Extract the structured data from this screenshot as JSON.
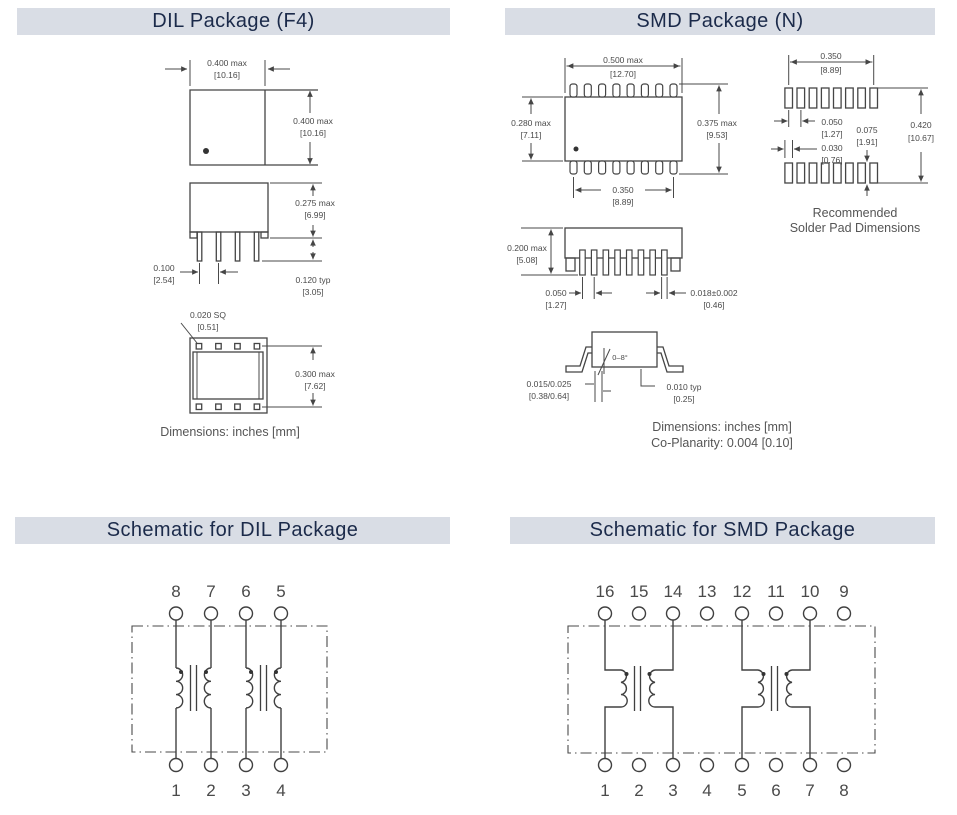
{
  "headers": {
    "dil_package": "DIL Package (F4)",
    "smd_package": "SMD Package (N)",
    "dil_schematic": "Schematic for DIL Package",
    "smd_schematic": "Schematic for SMD Package"
  },
  "colors": {
    "header_bg": "#d9dde5",
    "header_text": "#1b2a4a",
    "line": "#454545",
    "dim_text": "#4a4a4a"
  },
  "dil_drawing": {
    "top_width": {
      "in": "0.400 max",
      "mm": "[10.16]"
    },
    "top_height": {
      "in": "0.400 max",
      "mm": "[10.16]"
    },
    "body_height": {
      "in": "0.275 max",
      "mm": "[6.99]"
    },
    "pin_pitch": {
      "in": "0.100",
      "mm": "[2.54]"
    },
    "pin_length": {
      "in": "0.120 typ",
      "mm": "[3.05]"
    },
    "pad_square": {
      "in": "0.020 SQ",
      "mm": "[0.51]"
    },
    "pad_row_span": {
      "in": "0.300 max",
      "mm": "[7.62]"
    },
    "caption": "Dimensions: inches [mm]"
  },
  "smd_drawing": {
    "top_width": {
      "in": "0.500 max",
      "mm": "[12.70]"
    },
    "body_height": {
      "in": "0.280 max",
      "mm": "[7.11]"
    },
    "overall_height": {
      "in": "0.375 max",
      "mm": "[9.53]"
    },
    "lead_span": {
      "in": "0.350",
      "mm": "[8.89]"
    },
    "profile_height": {
      "in": "0.200 max",
      "mm": "[5.08]"
    },
    "lead_pitch": {
      "in": "0.050",
      "mm": "[1.27]"
    },
    "lead_width": {
      "in": "0.018±0.002",
      "mm": "[0.46]"
    },
    "lead_angle": "0–8°",
    "foot_length": {
      "in": "0.015/0.025",
      "mm": "[0.38/0.64]"
    },
    "standoff": {
      "in": "0.010 typ",
      "mm": "[0.25]"
    },
    "caption_dimensions": "Dimensions: inches [mm]",
    "caption_coplanarity": "Co-Planarity: 0.004 [0.10]"
  },
  "solder_pad": {
    "pad_span": {
      "in": "0.350",
      "mm": "[8.89]"
    },
    "pad_pitch": {
      "in": "0.050",
      "mm": "[1.27]"
    },
    "pad_width": {
      "in": "0.030",
      "mm": "[0.76]"
    },
    "pad_height": {
      "in": "0.075",
      "mm": "[1.91]"
    },
    "row_span": {
      "in": "0.420",
      "mm": "[10.67]"
    },
    "caption_line1": "Recommended",
    "caption_line2": "Solder Pad Dimensions"
  },
  "dil_schematic": {
    "top_pins": [
      "8",
      "7",
      "6",
      "5"
    ],
    "bottom_pins": [
      "1",
      "2",
      "3",
      "4"
    ]
  },
  "smd_schematic": {
    "top_pins": [
      "16",
      "15",
      "14",
      "13",
      "12",
      "11",
      "10",
      "9"
    ],
    "bottom_pins": [
      "1",
      "2",
      "3",
      "4",
      "5",
      "6",
      "7",
      "8"
    ]
  }
}
